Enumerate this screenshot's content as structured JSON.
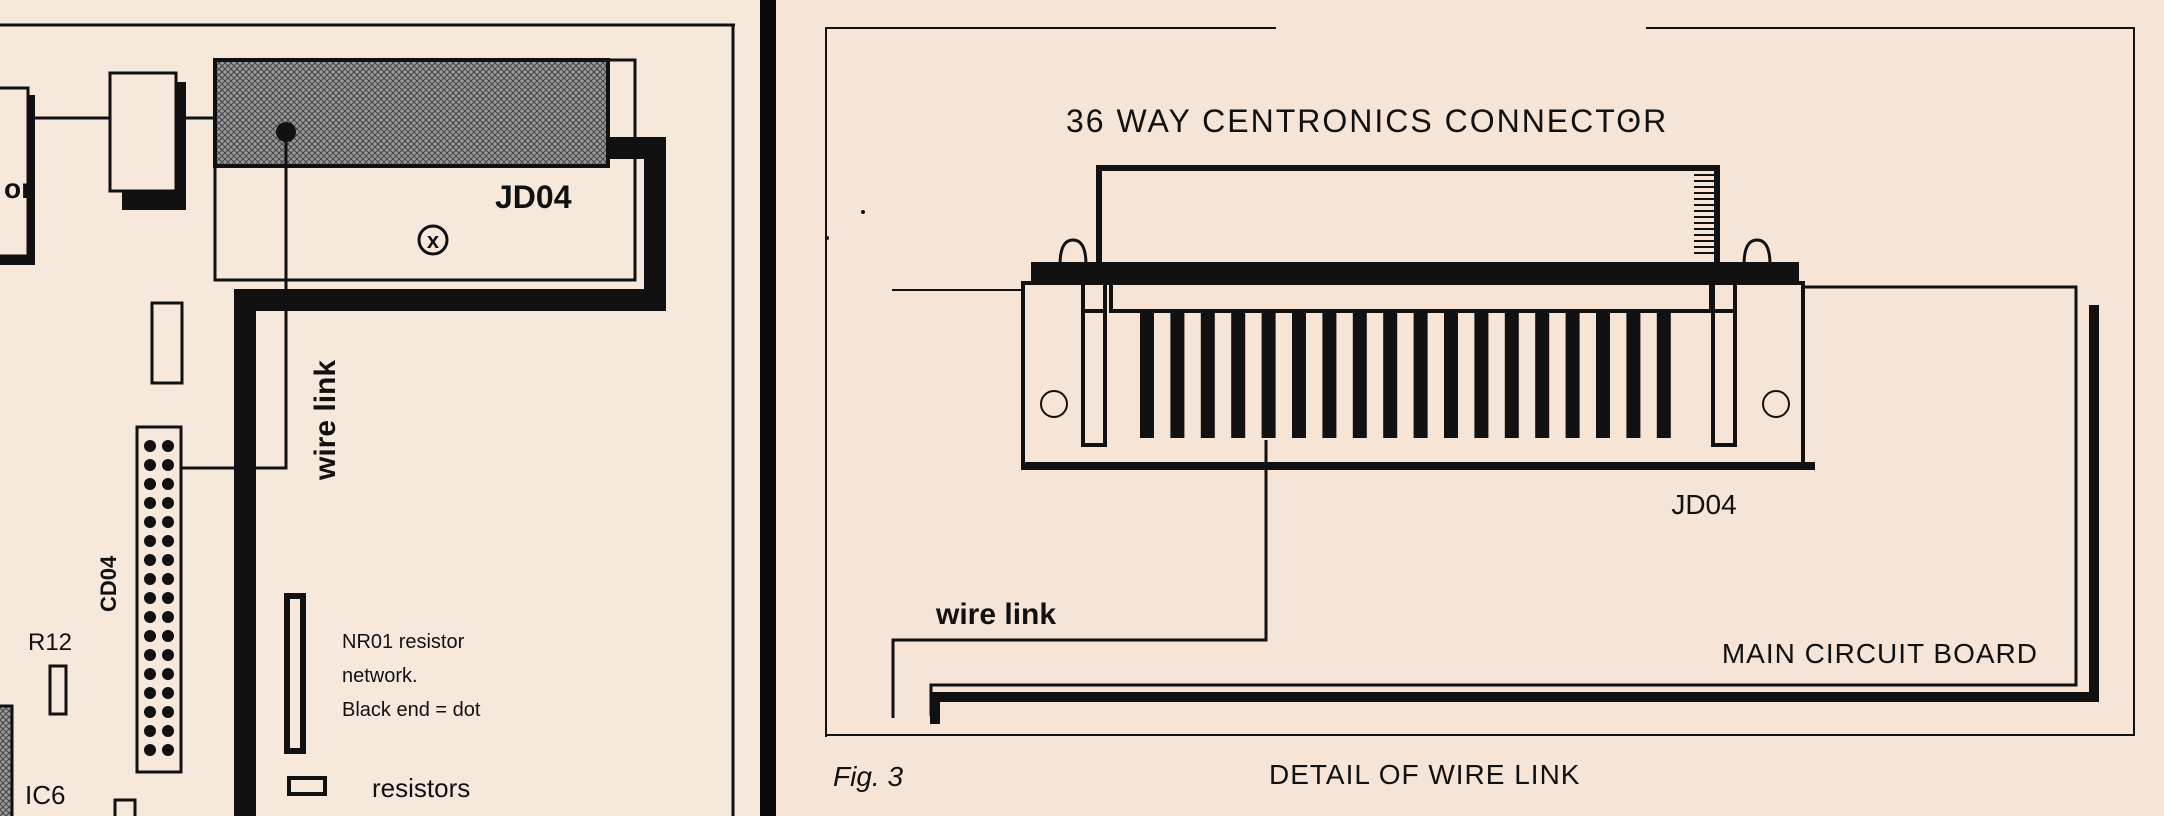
{
  "left": {
    "partial_label": "or",
    "jd04_label": "JD04",
    "x_marker": "x",
    "wire_link_label": "wire link",
    "cd04_label": "CD04",
    "r12_label": "R12",
    "ic6_label": "IC6",
    "nr01_lines": [
      "NR01 resistor",
      "network.",
      "Black end = dot"
    ],
    "resistors_label": "resistors"
  },
  "right": {
    "connector_title": "36 WAY CENTRONICS CONNECTOR",
    "jd04_label": "JD04",
    "wire_link_label": "wire link",
    "main_board_label": "MAIN CIRCUIT BOARD",
    "fig_label": "Fig. 3",
    "caption": "DETAIL OF WIRE LINK"
  },
  "colors": {
    "ink": "#111111",
    "paper": "#f6e4d6",
    "hatch": "#8c8c8c"
  },
  "icons": [
    "hole-icon",
    "x-marker-icon"
  ]
}
